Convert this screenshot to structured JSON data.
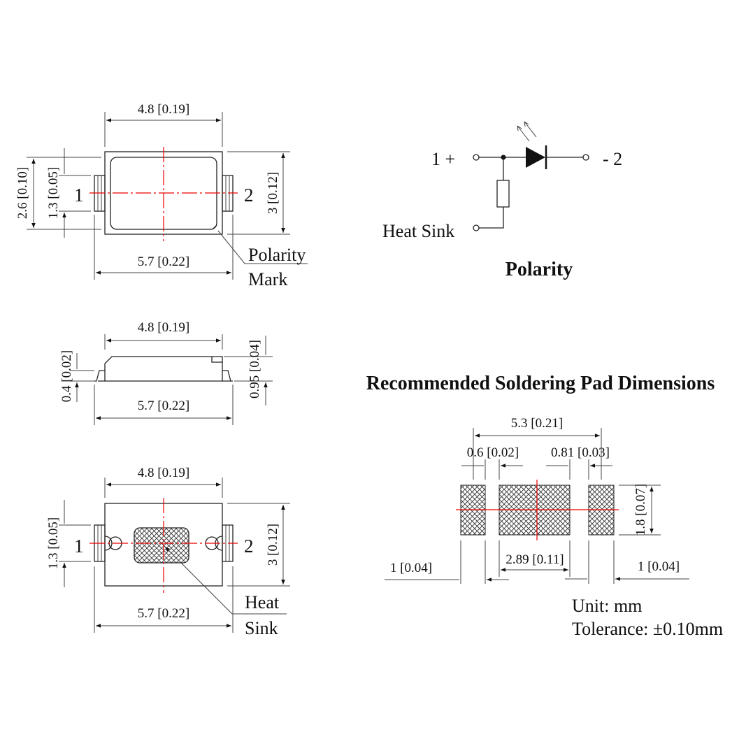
{
  "top_view": {
    "width_body": "4.8 [0.19]",
    "width_total": "5.7 [0.22]",
    "height_body": "3 [0.12]",
    "height_outer": "2.6 [0.10]",
    "lead_height": "1.3 [0.05]",
    "pin1": "1",
    "pin2": "2",
    "polarity_mark": [
      "Polarity",
      "Mark"
    ]
  },
  "side_view": {
    "width_body": "4.8 [0.19]",
    "width_total": "5.7 [0.22]",
    "lead_thickness": "0.4 [0.02]",
    "height": "0.95 [0.04]"
  },
  "bottom_view": {
    "width_body": "4.8 [0.19]",
    "width_total": "5.7 [0.22]",
    "height_body": "3 [0.12]",
    "lead_height": "1.3 [0.05]",
    "pin1": "1",
    "pin2": "2",
    "heat_sink": [
      "Heat",
      "Sink"
    ]
  },
  "schematic": {
    "pin1": "1 +",
    "pin2": "- 2",
    "heat_sink": "Heat Sink",
    "title": "Polarity"
  },
  "pads": {
    "title": "Recommended Soldering Pad Dimensions",
    "total": "5.3 [0.21]",
    "gap_left": "0.6 [0.02]",
    "gap_right": "0.81 [0.03]",
    "height": "1.8 [0.07]",
    "pad_left": "1 [0.04]",
    "center": "2.89 [0.11]",
    "pad_right": "1 [0.04]",
    "unit": "Unit: mm",
    "tolerance": "Tolerance: ±0.10mm"
  },
  "colors": {
    "centerline": "#e00000",
    "line": "#222222"
  }
}
